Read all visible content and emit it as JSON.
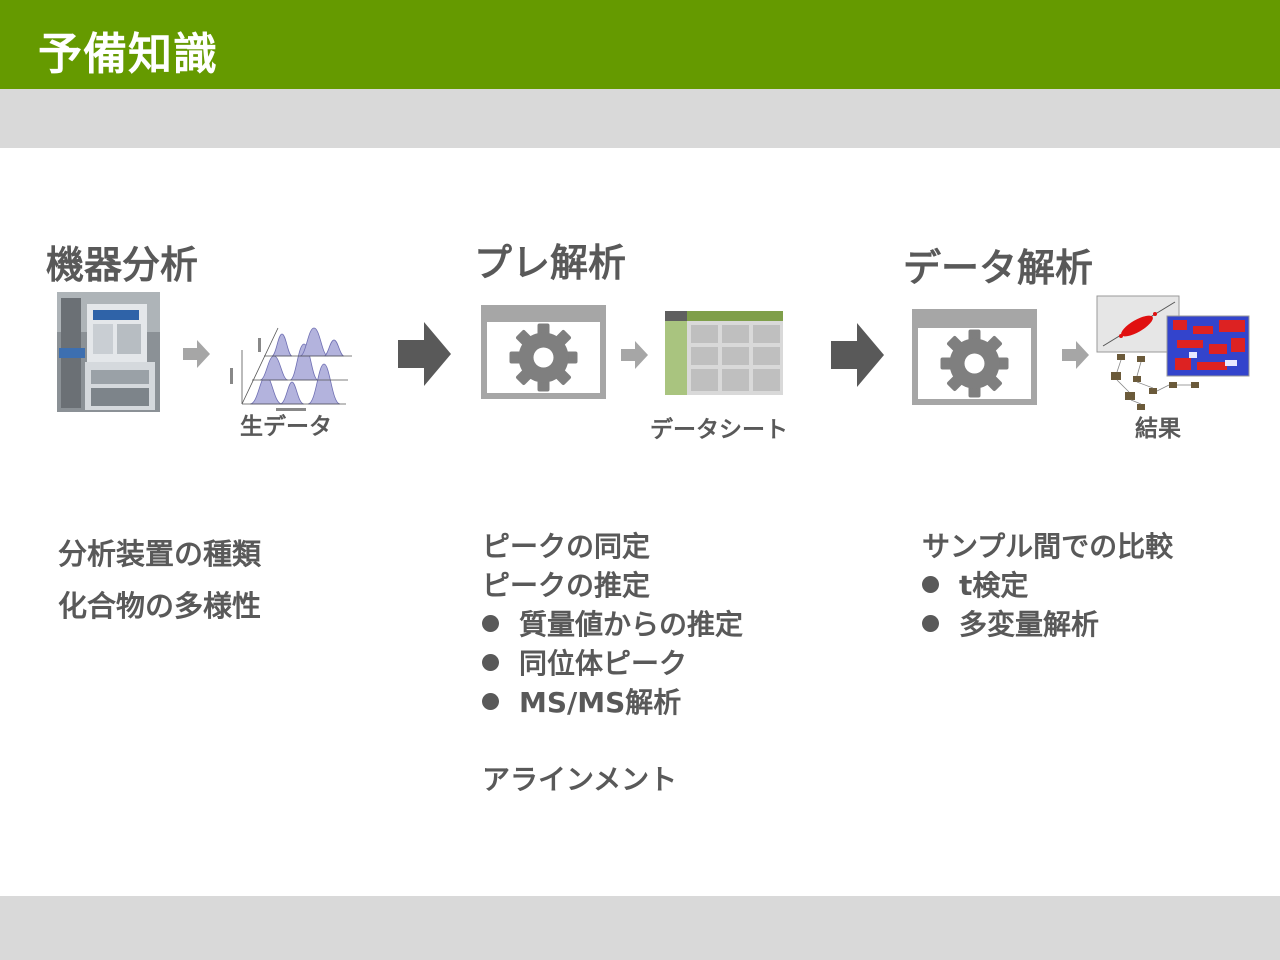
{
  "slide": {
    "title": "予備知識"
  },
  "stages": {
    "instrument": {
      "title": "機器分析"
    },
    "preprocess": {
      "title": "プレ解析"
    },
    "analysis": {
      "title": "データ解析"
    }
  },
  "captions": {
    "raw_data": "生データ",
    "data_sheet": "データシート",
    "result": "結果"
  },
  "descriptions": {
    "instrument": {
      "lines": [
        "分析装置の種類",
        "化合物の多様性"
      ]
    },
    "preprocess": {
      "lines": [
        "ピークの同定",
        "ピークの推定"
      ],
      "bullets": [
        "質量値からの推定",
        "同位体ピーク",
        "MS/MS解析"
      ],
      "after": "アラインメント"
    },
    "analysis": {
      "lines": [
        "サンプル間での比較"
      ],
      "bullets": [
        "t検定",
        "多変量解析"
      ]
    }
  },
  "icons": {
    "gear": "gear-icon",
    "arrow_large": "arrow-right-icon",
    "arrow_small": "arrow-right-small-icon"
  },
  "colors": {
    "header": "#659a00",
    "band": "#d9d9d9",
    "text": "#595959",
    "icon_gray": "#a6a6a6",
    "gear": "#7f7f7f",
    "sheet_green": "#a9c47f"
  }
}
